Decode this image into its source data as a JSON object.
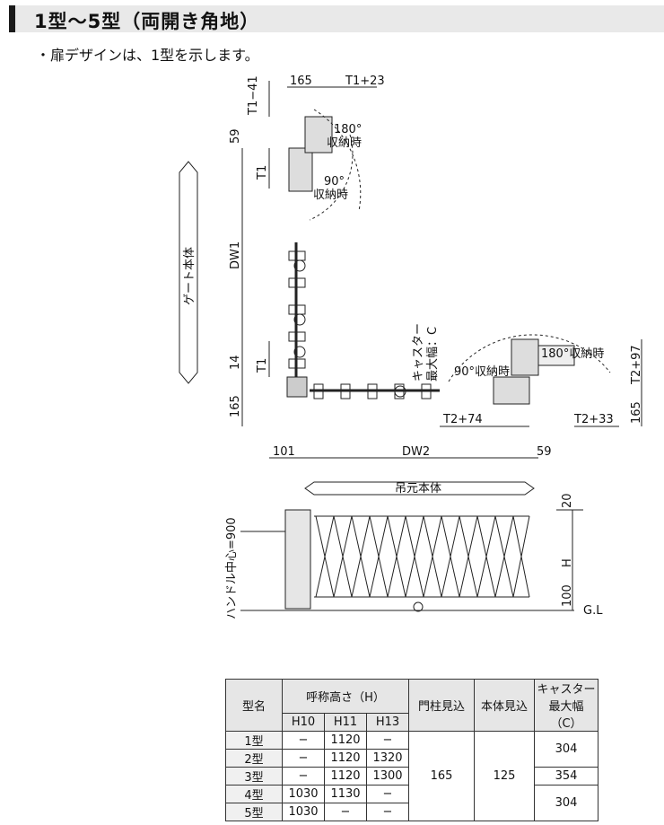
{
  "header": {
    "title": "1型〜5型（両開き角地）"
  },
  "note": "・扉デザインは、1型を示します。",
  "plan": {
    "dim_t1_41": "T1−41",
    "dim_165_top": "165",
    "dim_t1_23": "T1+23",
    "dim_59_left": "59",
    "dim_t1_upper": "T1",
    "dim_dw1": "DW1",
    "dim_14": "14",
    "dim_t1_lower": "T1",
    "dim_165_left": "165",
    "label_180_top": "180°",
    "label_180_top_sub": "収納時",
    "label_90_top": "90°",
    "label_90_top_sub": "収納時",
    "gate_body_label": "ゲート本体",
    "caster_label_1": "キャスター",
    "caster_label_2": "最大幅：C",
    "label_180_right": "180°収納時",
    "label_90_right": "90°収納時",
    "dim_t2_97": "T2+97",
    "dim_165_right": "165",
    "dim_t2_74": "T2+74",
    "dim_t2_33": "T2+33",
    "dim_101": "101",
    "dim_dw2": "DW2",
    "dim_59_bottom": "59"
  },
  "elevation": {
    "hanger_label": "吊元本体",
    "dim_20": "20",
    "dim_h": "H",
    "dim_100": "100",
    "gl": "G.L",
    "handle_label": "ハンドル中心=900"
  },
  "table": {
    "h_model": "型名",
    "h_height": "呼称高さ（H）",
    "h_post": "門柱見込",
    "h_body": "本体見込",
    "h_caster_1": "キャスター",
    "h_caster_2": "最大幅",
    "h_caster_3": "（C）",
    "sub": [
      "H10",
      "H11",
      "H13"
    ],
    "rows": [
      {
        "model": "1型",
        "h10": "−",
        "h11": "1120",
        "h13": "−"
      },
      {
        "model": "2型",
        "h10": "−",
        "h11": "1120",
        "h13": "1320"
      },
      {
        "model": "3型",
        "h10": "−",
        "h11": "1120",
        "h13": "1300"
      },
      {
        "model": "4型",
        "h10": "1030",
        "h11": "1130",
        "h13": "−"
      },
      {
        "model": "5型",
        "h10": "1030",
        "h11": "−",
        "h13": "−"
      }
    ],
    "post": "165",
    "body": "125",
    "caster_a": "304",
    "caster_b": "354",
    "caster_c": "304"
  }
}
